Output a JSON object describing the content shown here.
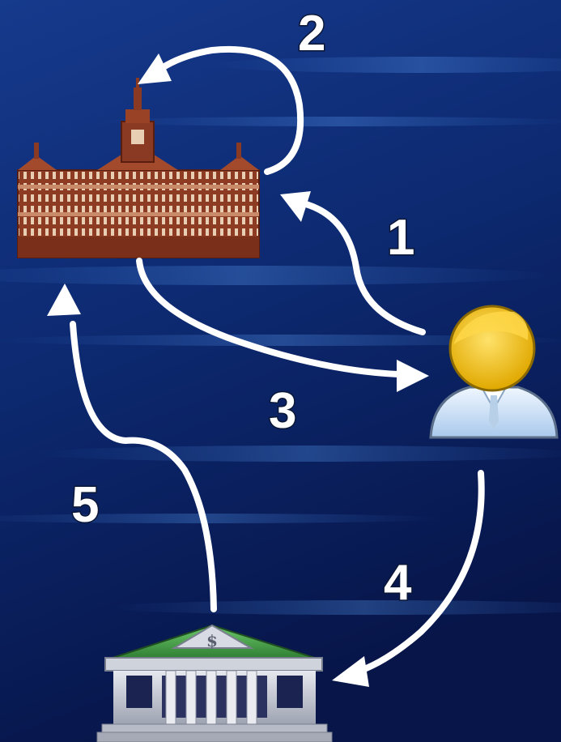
{
  "steps": {
    "one": "1",
    "two": "2",
    "three": "3",
    "four": "4",
    "five": "5"
  },
  "icons": {
    "government": "palace-building-icon",
    "citizen": "person-user-icon",
    "bank": "bank-building-icon"
  },
  "colors": {
    "background_top": "#1a3d8f",
    "background_bottom": "#07154a",
    "arrow": "#ffffff",
    "palace": "#8a3a22",
    "person_head": "#f5c518",
    "person_body": "#cfe3f7",
    "bank_roof": "#3f9e3f",
    "bank_body": "#c9ccd6"
  }
}
